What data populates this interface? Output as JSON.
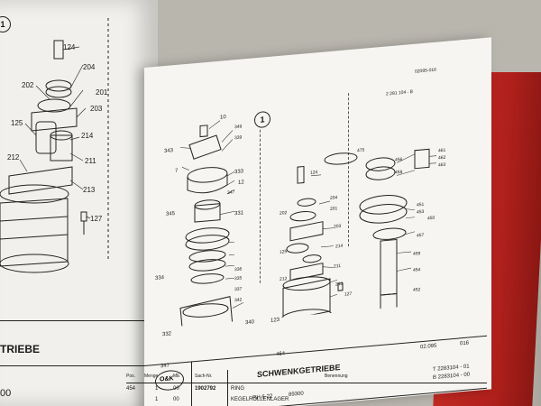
{
  "left_page": {
    "circle_label": "1",
    "part_numbers": [
      "124",
      "204",
      "201",
      "202",
      "203",
      "125",
      "214",
      "211",
      "212",
      "213",
      "127"
    ],
    "title_fragment": "TRIEBE",
    "number_fragment": "00"
  },
  "right_page": {
    "circle_label": "1",
    "corner_code": "02095-016",
    "corner_ref": "2 281 104 - B",
    "part_numbers_left": [
      "343",
      "10",
      "349",
      "339",
      "7",
      "333",
      "12",
      "347",
      "345",
      "331",
      "334",
      "336",
      "335",
      "337",
      "342",
      "340",
      "332",
      "347"
    ],
    "part_numbers_middle": [
      "124",
      "204",
      "202",
      "201",
      "203",
      "125",
      "214",
      "211",
      "212",
      "213",
      "127",
      "123",
      "464"
    ],
    "part_numbers_right": [
      "475",
      "456",
      "458",
      "461",
      "462",
      "463",
      "451",
      "453",
      "450",
      "457",
      "459",
      "454",
      "452"
    ],
    "title": "SCHWENKGETRIEBE",
    "doc_number": "02.095",
    "doc_suffix": "016",
    "model": "RH 6-22",
    "serial": "89300",
    "ref_1": "T 2283104 - 01",
    "ref_2": "B 2283104 - 00",
    "logo_text": "O&K",
    "table_headers": [
      "Pos.",
      "Menge",
      "ME",
      "Sach-Nr.",
      "Benennung"
    ],
    "table_rows": [
      {
        "pos": "454",
        "menge": "1",
        "me": "00",
        "sach": "1902792",
        "name": "RING"
      },
      {
        "pos": "",
        "menge": "1",
        "me": "00",
        "sach": "",
        "name": "KEGELROLLENLAGER"
      }
    ]
  }
}
